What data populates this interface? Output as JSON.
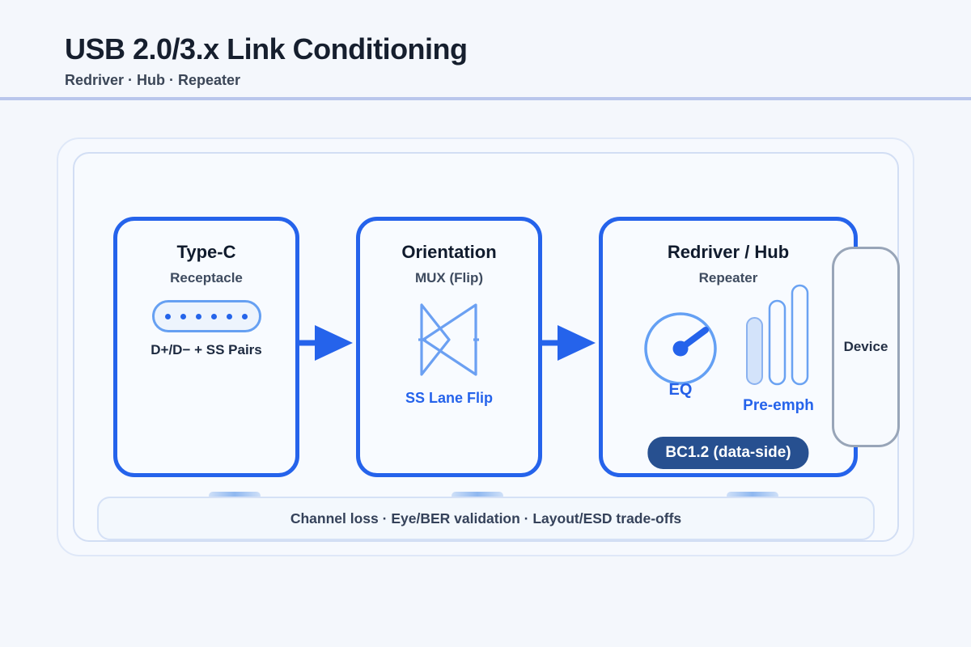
{
  "header": {
    "title": "USB 2.0/3.x Link Conditioning",
    "subtitle": "Redriver · Hub · Repeater"
  },
  "stages": {
    "typec": {
      "title": "Type-C",
      "subtitle": "Receptacle",
      "caption": "D+/D− + SS Pairs",
      "icon": "type-c-receptacle-icon",
      "pin_count": 6
    },
    "orientation": {
      "title": "Orientation",
      "subtitle": "MUX (Flip)",
      "caption": "SS Lane Flip",
      "icon": "flip-mux-icon"
    },
    "redriver": {
      "title": "Redriver / Hub",
      "subtitle": "Repeater",
      "eq_label": "EQ",
      "preemph_label": "Pre-emph",
      "badge": "BC1.2 (data-side)",
      "icons": [
        "eq-gauge-icon",
        "pre-emphasis-bars-icon"
      ]
    }
  },
  "device": {
    "label": "Device"
  },
  "footer": {
    "note": "Channel loss · Eye/BER validation · Layout/ESD trade-offs"
  },
  "colors": {
    "accent_blue": "#2563eb",
    "light_blue": "#66a0f2",
    "badge_navy": "#275090",
    "divider": "#b9c6ec",
    "device_border": "#98a5b8",
    "page_bg": "#f4f7fc",
    "dark_text": "#161f2e"
  }
}
